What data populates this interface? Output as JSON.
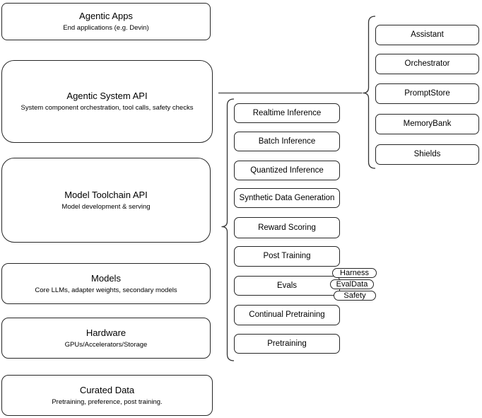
{
  "diagram": {
    "left_column": [
      {
        "title": "Agentic Apps",
        "subtitle": "End applications (e.g. Devin)"
      },
      {
        "title": "Agentic System API",
        "subtitle": "System component orchestration, tool calls, safety checks"
      },
      {
        "title": "Model Toolchain API",
        "subtitle": "Model development & serving"
      },
      {
        "title": "Models",
        "subtitle": "Core LLMs, adapter weights, secondary models"
      },
      {
        "title": "Hardware",
        "subtitle": "GPUs/Accelerators/Storage"
      },
      {
        "title": "Curated Data",
        "subtitle": "Pretraining, preference, post training."
      }
    ],
    "middle_column": [
      {
        "label": "Realtime Inference"
      },
      {
        "label": "Batch Inference"
      },
      {
        "label": "Quantized Inference"
      },
      {
        "label": "Synthetic Data Generation"
      },
      {
        "label": "Reward Scoring"
      },
      {
        "label": "Post Training"
      },
      {
        "label": "Evals"
      },
      {
        "label": "Continual Pretraining"
      },
      {
        "label": "Pretraining"
      }
    ],
    "eval_pills": [
      {
        "label": "Harness"
      },
      {
        "label": "EvalData"
      },
      {
        "label": "Safety"
      }
    ],
    "right_column": [
      {
        "label": "Assistant"
      },
      {
        "label": "Orchestrator"
      },
      {
        "label": "PromptStore"
      },
      {
        "label": "MemoryBank"
      },
      {
        "label": "Shields"
      }
    ],
    "colors": {
      "node_stroke": "#262626",
      "node_fill": "#ffffff",
      "text": "#000000",
      "connector": "#595959"
    }
  }
}
